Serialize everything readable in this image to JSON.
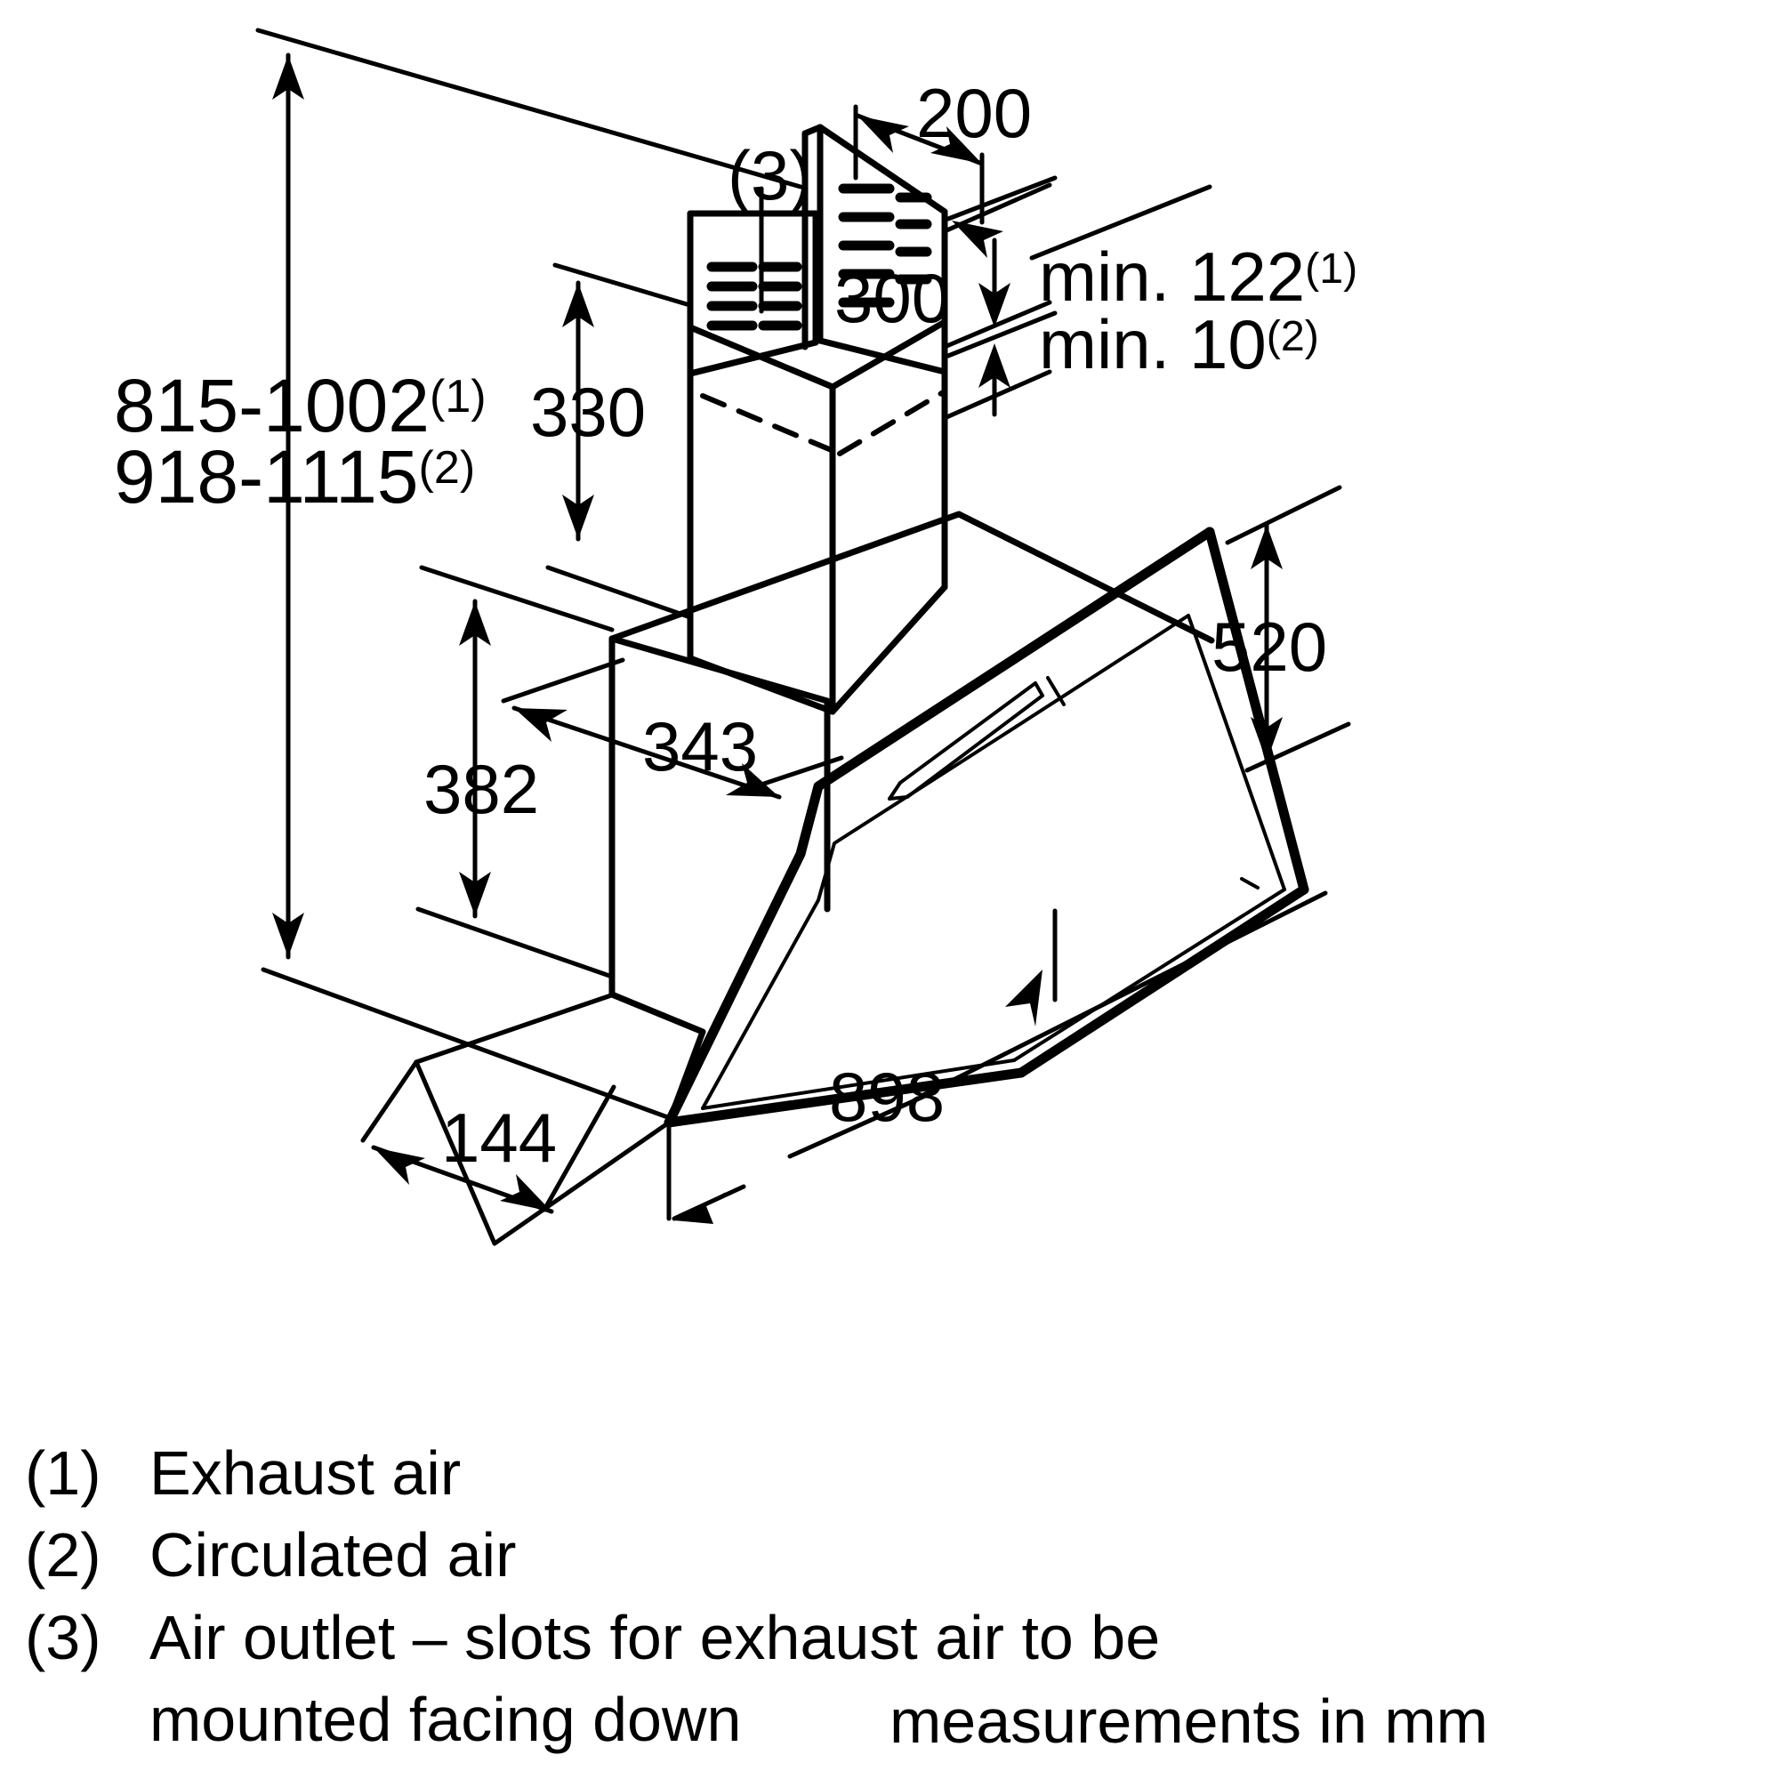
{
  "document": {
    "type": "technical-dimension-drawing",
    "subject": "Inclined glass wall-mounted cooker hood",
    "units_note": "measurements in mm"
  },
  "dimensions": {
    "total_height_exhaust": "815-1002",
    "total_height_exhaust_ref": "(1)",
    "total_height_circulated": "918-1115",
    "total_height_circulated_ref": "(2)",
    "chimney_width": "200",
    "chimney_depth": "300",
    "chimney_height": "330",
    "min_clearance_exhaust": "min. 122",
    "min_clearance_exhaust_ref": "(1)",
    "min_clearance_circulated": "min. 10",
    "min_clearance_circulated_ref": "(2)",
    "body_height": "382",
    "body_depth": "343",
    "glass_height": "520",
    "overall_width": "898",
    "wall_offset": "144",
    "air_outlet_ref": "(3)"
  },
  "labels": {
    "height_line1_value": "815-1002",
    "height_line1_sup": "(1)",
    "height_line2_value": "918-1115",
    "height_line2_sup": "(2)",
    "dim_200": "200",
    "dim_300": "300",
    "dim_330": "330",
    "dim_382": "382",
    "dim_343": "343",
    "dim_520": "520",
    "dim_898": "898",
    "dim_144": "144",
    "callout_3": "(3)",
    "min122_text": "min. 122",
    "min122_sup": "(1)",
    "min10_text": "min. 10",
    "min10_sup": "(2)"
  },
  "legend": {
    "items": [
      {
        "marker": "(1)",
        "text": "Exhaust air"
      },
      {
        "marker": "(2)",
        "text": "Circulated air"
      },
      {
        "marker": "(3)",
        "text": "Air outlet – slots for exhaust air to be"
      },
      {
        "marker": "",
        "text": "mounted facing down"
      }
    ],
    "note": "measurements in mm"
  },
  "colors": {
    "ink": "#000000",
    "paper": "#ffffff"
  }
}
